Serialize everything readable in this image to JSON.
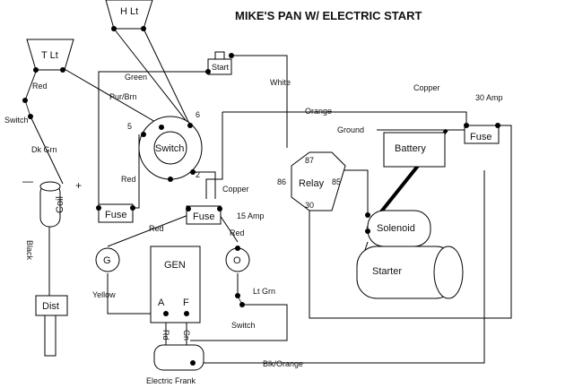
{
  "title": "MIKE'S PAN W/ ELECTRIC START",
  "components": {
    "h_light": "H Lt",
    "t_light": "T Lt",
    "start_button": "Start",
    "switch_main": "Switch",
    "switch_left": "Switch",
    "switch_bottom": "Switch",
    "coil": "Coil",
    "fuse_left": "Fuse",
    "fuse_mid": "Fuse",
    "fuse_right": "Fuse",
    "relay": "Relay",
    "battery": "Battery",
    "solenoid": "Solenoid",
    "starter": "Starter",
    "generator": "GEN",
    "gen_term_a": "A",
    "gen_term_f": "F",
    "g_light": "G",
    "o_light": "O",
    "distributor": "Dist",
    "regulator": "Electric Frank"
  },
  "wire_labels": {
    "green": "Green",
    "white": "White",
    "pur_brn": "Pur/Brn",
    "orange": "Orange",
    "red_left": "Red",
    "dk_grn": "Dk Grn",
    "black": "Black",
    "yellow": "Yellow",
    "red_fuse": "Red",
    "red_mid": "Red",
    "red_right": "Red",
    "copper_mid": "Copper",
    "copper_right": "Copper",
    "amp_15": "15 Amp",
    "amp_30": "30 Amp",
    "ground": "Ground",
    "lt_grn": "Lt Grn",
    "rd": "Rd",
    "gn": "Gn",
    "blk_orange": "Blk/Orange"
  },
  "terminal_labels": {
    "sw5": "5",
    "sw6": "6",
    "sw2": "2",
    "relay87": "87",
    "relay86": "86",
    "relay85": "85",
    "relay30": "30"
  },
  "polarity": {
    "minus": "—",
    "plus": "+"
  }
}
